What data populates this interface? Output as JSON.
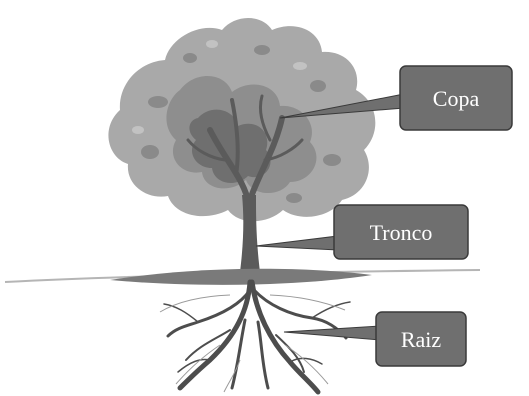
{
  "diagram": {
    "labels": {
      "crown": "Copa",
      "trunk": "Tronco",
      "root": "Raiz"
    },
    "colors": {
      "callout_fill": "#6f6f6f",
      "callout_stroke": "#3a3a3a",
      "callout_text": "#ffffff",
      "crown_light": "#a9a9a9",
      "crown_mid": "#8e8e8e",
      "crown_shadow": "#6f6f6f",
      "trunk": "#5b5b5b",
      "roots": "#4d4d4d",
      "ground": "#7a7a7a"
    }
  }
}
